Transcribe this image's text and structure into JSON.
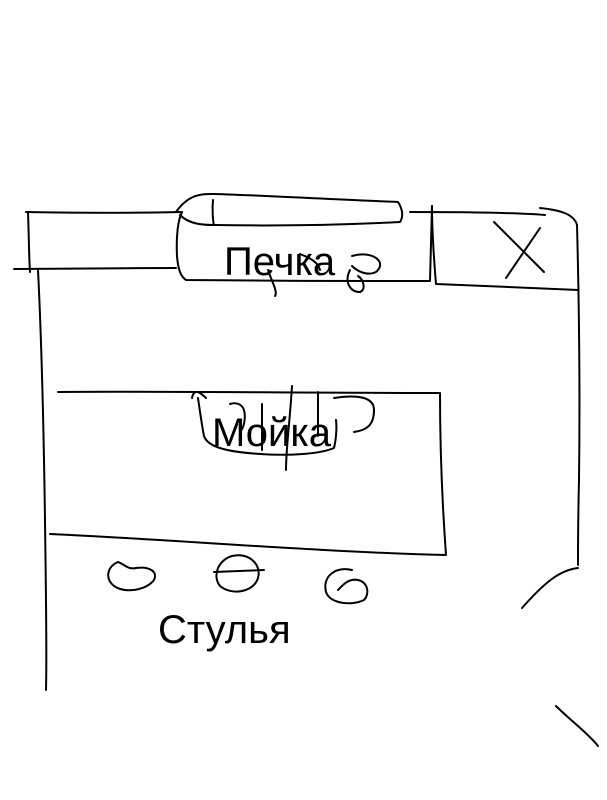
{
  "labels": {
    "stove": "Печка",
    "sink": "Мойка",
    "chairs": "Стулья"
  },
  "colors": {
    "background": "#ffffff",
    "stroke": "#000000"
  }
}
